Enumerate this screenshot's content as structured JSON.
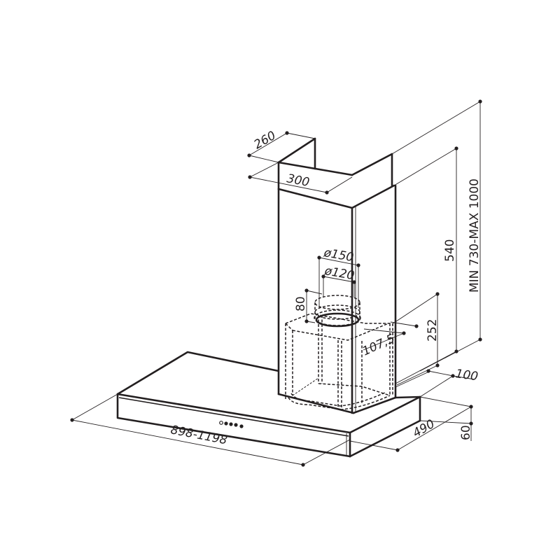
{
  "drawing": {
    "title": "Chimney cooker hood dimensional drawing",
    "units": "mm",
    "colors": {
      "line": "#231f20",
      "background": "#ffffff"
    }
  },
  "dimensions": {
    "chimney_depth": "260",
    "chimney_width": "300",
    "outlet_diameter_large": "ø150",
    "outlet_diameter_small": "ø120",
    "outlet_collar_height": "80",
    "outlet_offset": "107,5",
    "motor_height": "252",
    "chimney_lower_height": "540",
    "total_height": "MIN 730-MAX 1000",
    "wall_offset": "100",
    "canopy_width": "898-1198",
    "canopy_depth": "490",
    "canopy_thickness": "60"
  },
  "controls": {
    "button_count": 5
  }
}
